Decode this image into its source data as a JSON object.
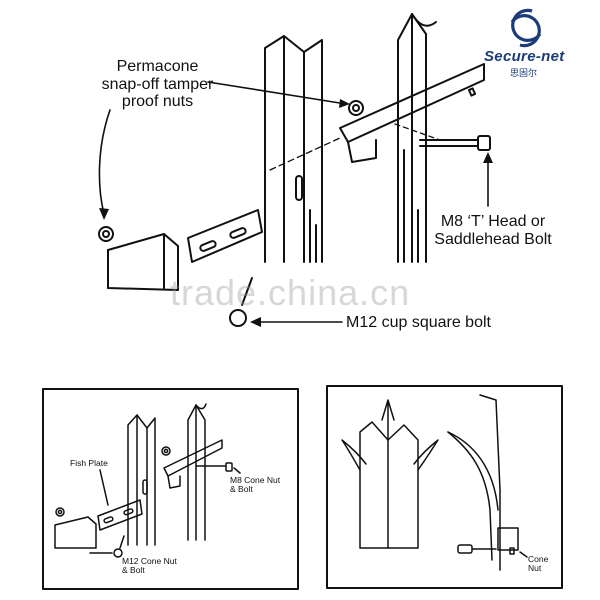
{
  "logo": {
    "brand": "Secure-net",
    "brand_cn": "思固尔",
    "icon": "swirl-logo-icon",
    "color": "#1b3c78"
  },
  "watermark": "trade.china.cn",
  "main_diagram": {
    "labels": {
      "nuts_line1": "Permacone",
      "nuts_line2": "snap-off tamper",
      "nuts_line3": "proof nuts",
      "tbolt_line1": "M8 ‘T’ Head or",
      "tbolt_line2": "Saddlehead Bolt",
      "cupbolt": "M12 cup square bolt"
    }
  },
  "inset_left": {
    "labels": {
      "fish_plate": "Fish Plate",
      "m8_line1": "M8 Cone Nut",
      "m8_line2": "& Bolt",
      "m12_line1": "M12 Cone Nut",
      "m12_line2": "& Bolt"
    }
  },
  "inset_right": {
    "labels": {
      "cone_line1": "Cone",
      "cone_line2": "Nut"
    }
  }
}
